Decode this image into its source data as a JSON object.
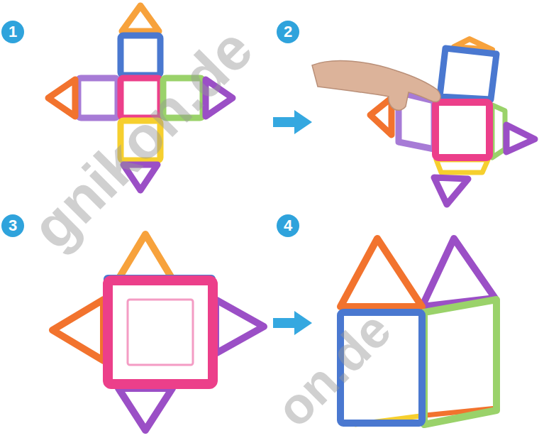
{
  "diagram": {
    "nodes": [
      {
        "text": [
          "1"
        ]
      },
      {
        "text": [
          "2"
        ]
      },
      {
        "text": [
          "3"
        ]
      },
      {
        "text": [
          "4"
        ]
      }
    ],
    "edges": [],
    "labels": [
      "gnikon.de",
      "on.de"
    ]
  }
}
